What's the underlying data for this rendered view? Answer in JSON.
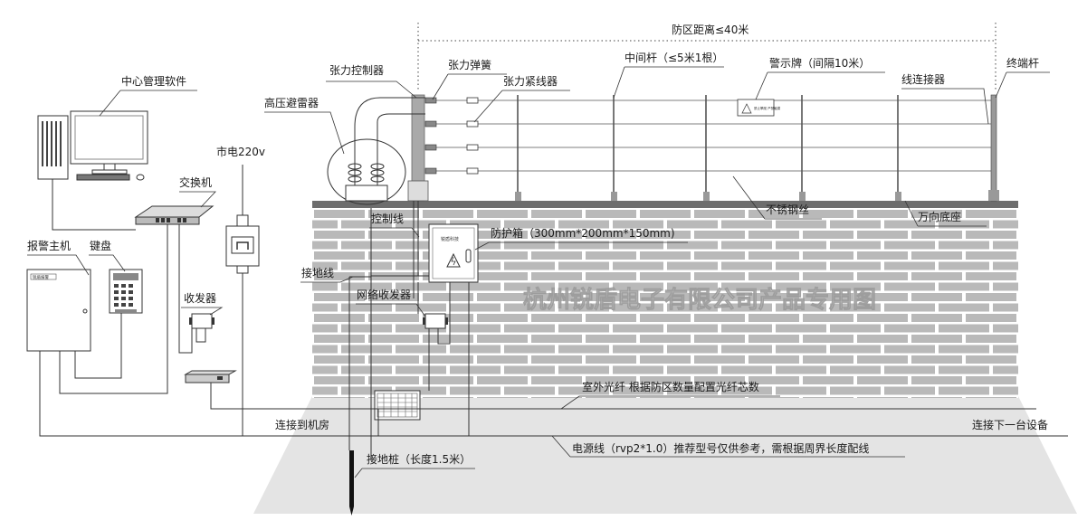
{
  "labels": {
    "zone_distance": "防区距离≤40米",
    "tension_controller": "张力控制器",
    "tension_spring": "张力弹簧",
    "middle_pole": "中间杆（≤5米1根）",
    "warning_sign": "警示牌（间隔10米）",
    "terminal_pole": "终端杆",
    "tension_tightener": "张力紧线器",
    "wire_connector": "线连接器",
    "central_software": "中心管理软件",
    "hv_arrester": "高压避雷器",
    "mains_power": "市电220v",
    "switch": "交换机",
    "stainless_wire": "不锈钢丝",
    "universal_base": "万向底座",
    "control_line": "控制线",
    "protection_box": "防护箱（300mm*200mm*150mm)",
    "alarm_host": "报警主机",
    "keyboard": "键盘",
    "ground_wire": "接地线",
    "network_transceiver": "网络收发器",
    "transceiver": "收发器",
    "outdoor_fiber": "室外光纤 根据防区数量配置光纤芯数",
    "connect_machine_room": "连接到机房",
    "connect_next_device": "连接下一台设备",
    "power_line": "电源线（rvp2*1.0）推荐型号仅供参考，需根据周界长度配线",
    "ground_stake": "接地桩（长度1.5米）"
  },
  "watermark": "杭州锐盾电子有限公司产品专用图",
  "device_text": {
    "warning_sign_text": "禁止攀爬 严禁触摸",
    "box_brand": "锐盾科技",
    "host_brand": "锐盾报警"
  },
  "colors": {
    "brick": "#b8b8b8",
    "brick_mortar": "#ffffff",
    "wall_top": "#6d6d6d",
    "ground": "#e3e3e3",
    "line": "#333333"
  }
}
